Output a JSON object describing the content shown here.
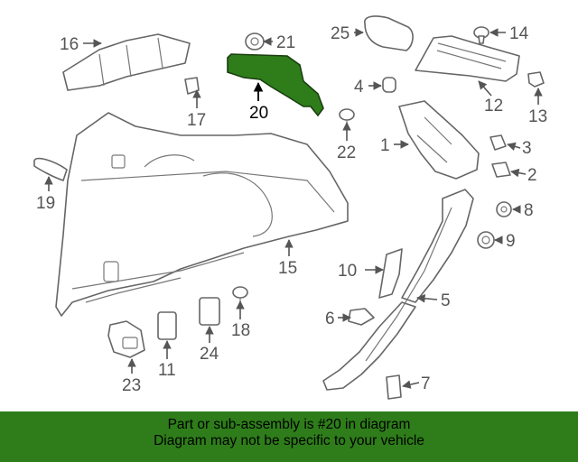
{
  "diagram": {
    "highlight_color": "#2e7d1a",
    "callouts": [
      "1",
      "2",
      "3",
      "4",
      "5",
      "6",
      "7",
      "8",
      "9",
      "10",
      "11",
      "12",
      "13",
      "14",
      "15",
      "16",
      "17",
      "18",
      "19",
      "20",
      "21",
      "22",
      "23",
      "24",
      "25"
    ]
  },
  "footer": {
    "background": "#2e7d1a",
    "line1": "Part or sub-assembly is #20 in diagram",
    "line2": "Diagram may not be specific to your vehicle"
  }
}
